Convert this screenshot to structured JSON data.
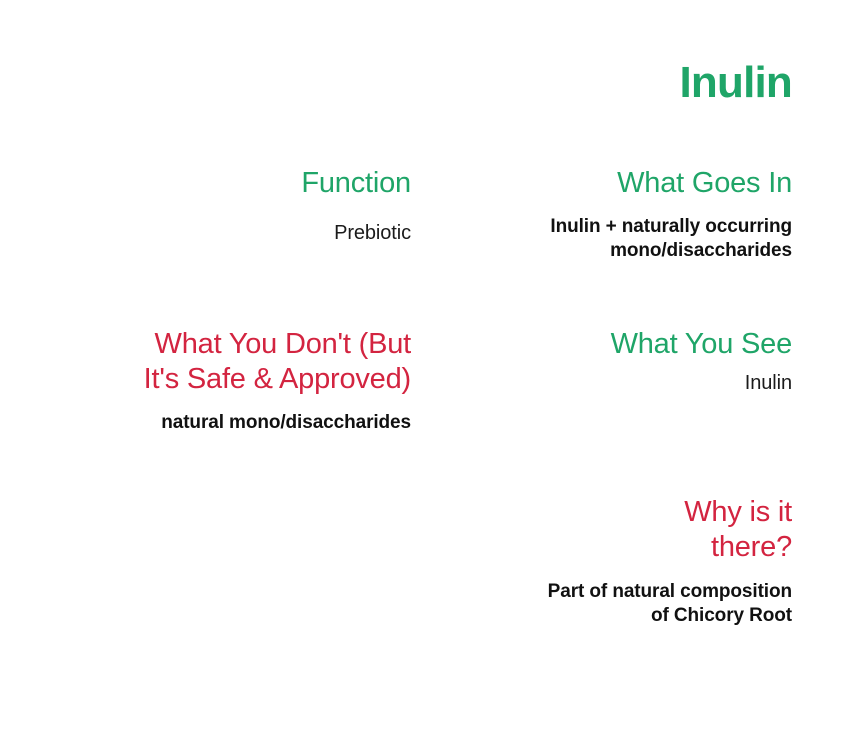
{
  "page": {
    "title": "Inulin",
    "background_color": "#FFFFFF",
    "accent_green": "#1FA568",
    "accent_red": "#D32440",
    "body_text_color": "#111111"
  },
  "sections": {
    "function": {
      "heading": "Function",
      "heading_color": "#1FA568",
      "body": "Prebiotic"
    },
    "what_goes_in": {
      "heading": "What Goes In",
      "heading_color": "#1FA568",
      "body": "Inulin + naturally occurring\nmono/disaccharides"
    },
    "what_you_dont": {
      "heading": "What You Don't (But\nIt's Safe & Approved)",
      "heading_color": "#D32440",
      "body": "natural mono/disaccharides"
    },
    "what_you_see": {
      "heading": "What You See",
      "heading_color": "#1FA568",
      "body": "Inulin"
    },
    "why_is_it_there": {
      "heading": "Why is it\nthere?",
      "heading_color": "#D32440",
      "body": "Part of natural composition\nof Chicory Root"
    }
  }
}
